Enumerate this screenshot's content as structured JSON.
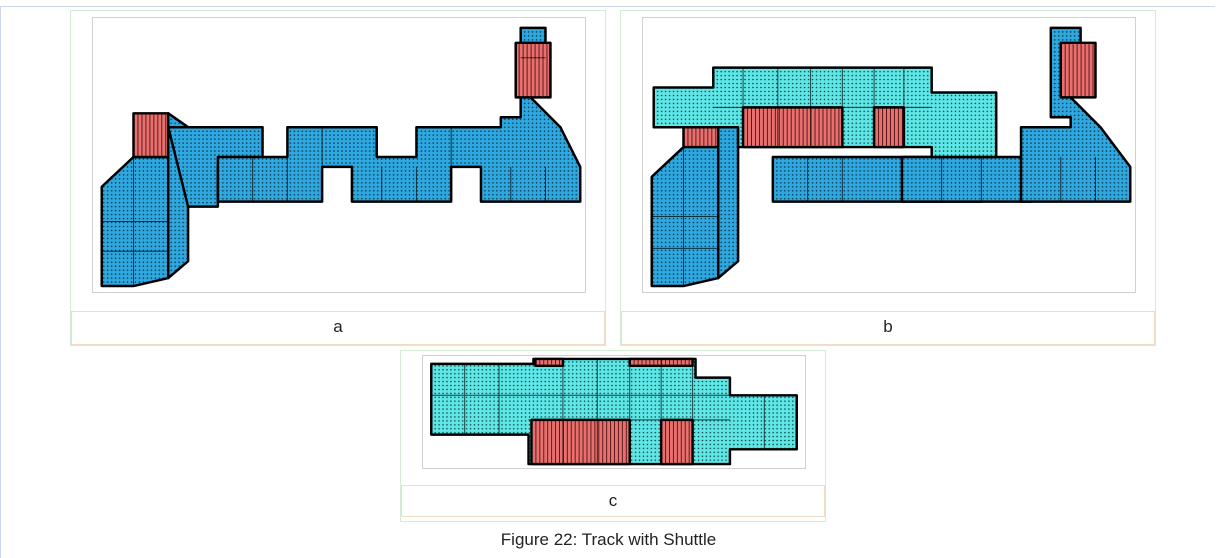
{
  "subfigures": [
    {
      "label": "a",
      "description_icon": "track-render"
    },
    {
      "label": "b",
      "description_icon": "track-shuttle-render"
    },
    {
      "label": "c",
      "description_icon": "shuttle-render"
    }
  ],
  "figure_caption": "Figure 22: Track with Shuttle",
  "colors": {
    "blue": "#2ea8e0",
    "cyan": "#5fe6e6",
    "red": "#e8716f",
    "outline": "#000000"
  }
}
